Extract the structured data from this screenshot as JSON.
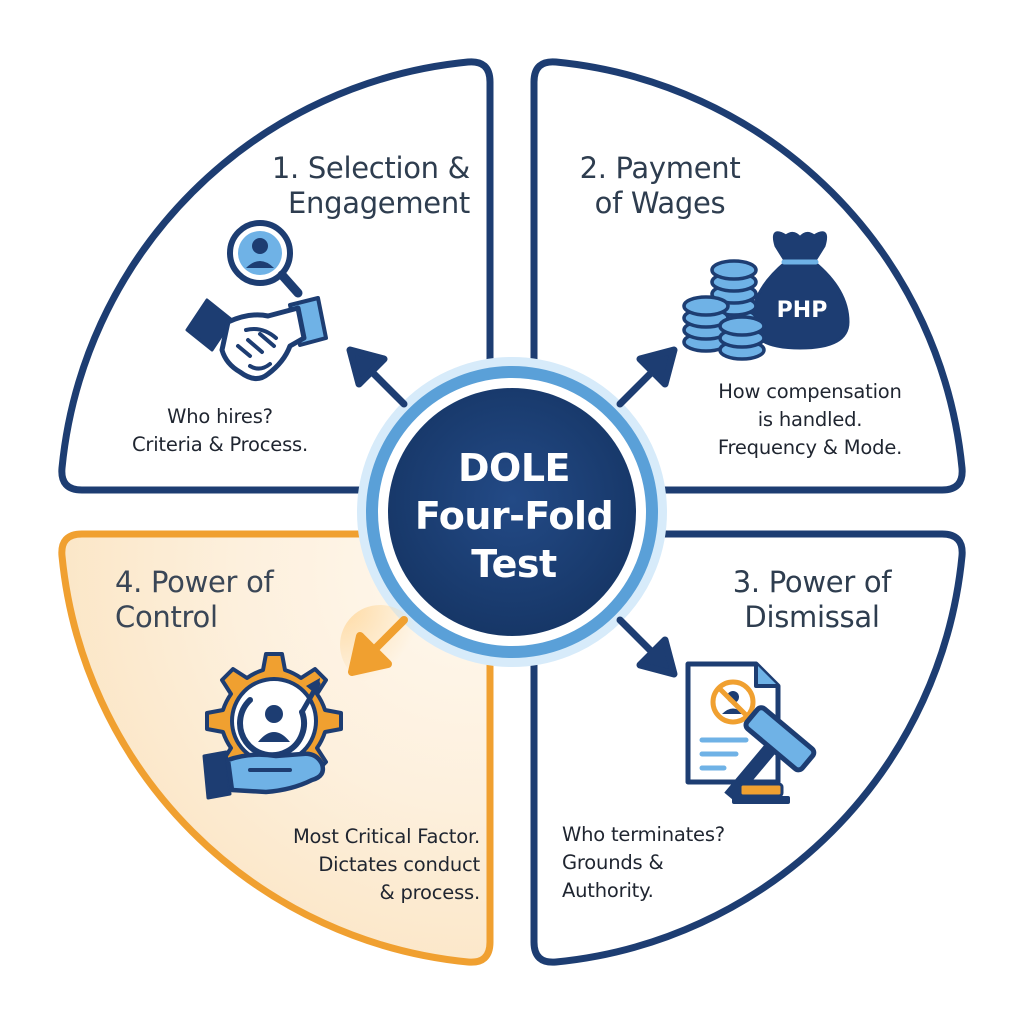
{
  "center": {
    "lines": [
      "DOLE",
      "Four-Fold",
      "Test"
    ]
  },
  "quadrants": [
    {
      "key": "selection",
      "title": [
        "1. Selection &",
        "Engagement"
      ],
      "description": [
        "Who hires?",
        "Criteria & Process."
      ],
      "icon": "handshake-search-icon"
    },
    {
      "key": "payment",
      "title": [
        "2. Payment",
        "of Wages"
      ],
      "description": [
        "How compensation",
        "is handled.",
        "Frequency & Mode."
      ],
      "icon": "money-bag-coins-icon",
      "currency_label": "PHP"
    },
    {
      "key": "dismissal",
      "title": [
        "3. Power of",
        "Dismissal"
      ],
      "description": [
        "Who terminates?",
        "Grounds &",
        "Authority."
      ],
      "icon": "gavel-document-icon"
    },
    {
      "key": "control",
      "title": [
        "4. Power of",
        "Control"
      ],
      "description": [
        "Most Critical Factor.",
        "Dictates conduct",
        "& process."
      ],
      "icon": "gear-hand-person-icon",
      "highlighted": true
    }
  ],
  "colors": {
    "navy": "#1d3d72",
    "blue_ring": "#5aa0d8",
    "light_blue": "#6fb2e6",
    "orange": "#f0a030",
    "orange_fill": "#fdebd0"
  }
}
